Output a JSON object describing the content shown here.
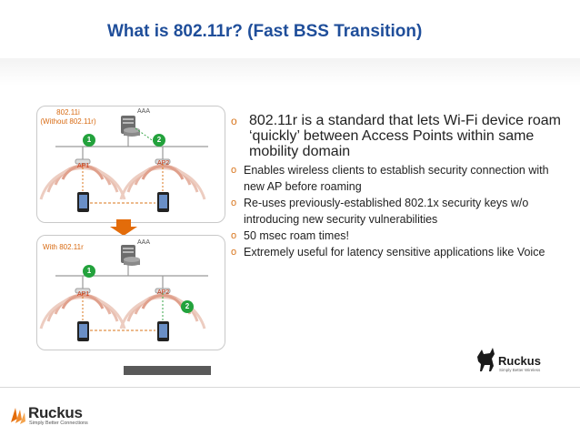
{
  "slide": {
    "title": "What is 802.11r? (Fast BSS Transition)"
  },
  "diagram_top": {
    "label_line1": "802.11i",
    "label_line2": "(Without 802.11r)",
    "server_label": "AAA",
    "ap1_label": "AP1",
    "ap2_label": "AP2",
    "step1": "1",
    "step2": "2"
  },
  "diagram_bottom": {
    "label": "With 802.11r",
    "server_label": "AAA",
    "ap1_label": "AP1",
    "ap2_label": "AP2",
    "step1": "1",
    "step2": "2"
  },
  "content": {
    "main_bullet": "802.11r is a standard that lets Wi-Fi device roam ‘quickly’ between Access Points within same mobility domain",
    "sub_bullets": [
      "Enables wireless clients to establish security connection with new AP before roaming",
      "Re-uses previously-established 802.1x security keys w/o introducing new security vulnerabilities",
      "50 msec roam times!",
      "Extremely useful for latency sensitive applications like Voice"
    ],
    "main_marker": "o",
    "sub_marker": "o"
  },
  "branding": {
    "name": "Ruckus",
    "tagline": "Simply Better Connections",
    "corner_tagline": "Simply Better Wireless"
  },
  "colors": {
    "title": "#1f4e9a",
    "accent_orange": "#d8741b",
    "step_green": "#23a23c",
    "ap_label": "#cc3a16"
  }
}
